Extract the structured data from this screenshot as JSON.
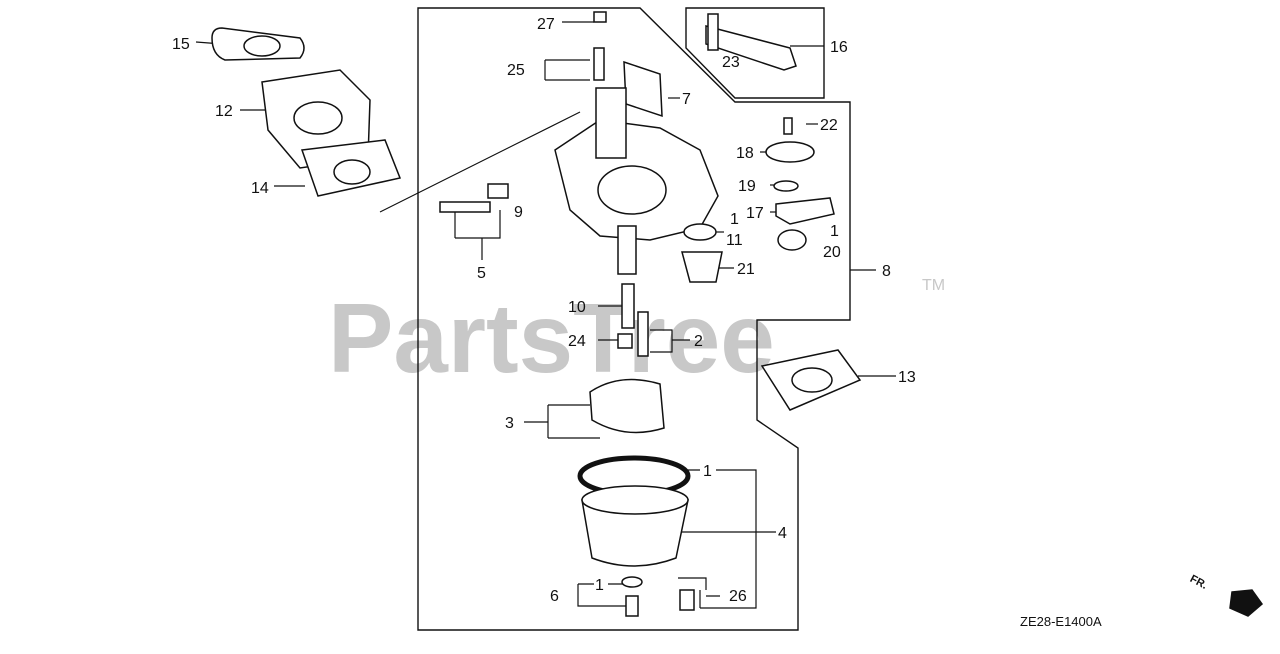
{
  "watermark": {
    "text": "PartsTree",
    "tm": "TM"
  },
  "diagram_code": "ZE28-E1400A",
  "direction_label": "FR.",
  "callouts": {
    "c1a": "1",
    "c1b": "1",
    "c1c": "1",
    "c1d": "1",
    "c2": "2",
    "c3": "3",
    "c4": "4",
    "c5": "5",
    "c6": "6",
    "c7": "7",
    "c8": "8",
    "c9": "9",
    "c10": "10",
    "c11": "11",
    "c12": "12",
    "c13": "13",
    "c14": "14",
    "c15": "15",
    "c16": "16",
    "c17": "17",
    "c18": "18",
    "c19": "19",
    "c20": "20",
    "c21": "21",
    "c22": "22",
    "c23": "23",
    "c24": "24",
    "c25": "25",
    "c26": "26",
    "c27": "27"
  },
  "colors": {
    "line": "#111111",
    "watermark": "#c8c8c8",
    "background": "#ffffff"
  }
}
